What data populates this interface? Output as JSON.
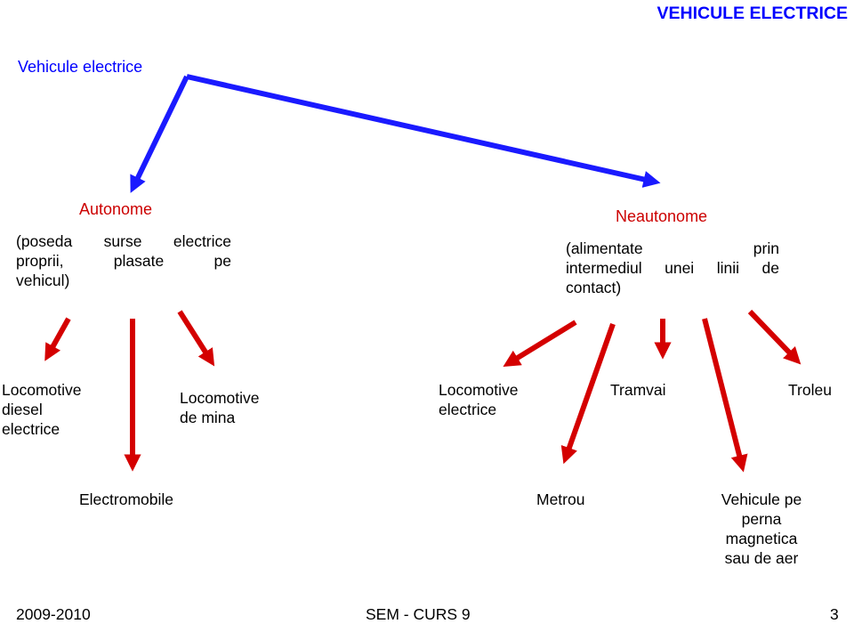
{
  "header": {
    "title": "VEHICULE ELECTRICE"
  },
  "root": {
    "label": "Vehicule electrice"
  },
  "autonome": {
    "title": "Autonome",
    "desc_lines": [
      "(poseda surse electrice",
      "proprii, plasate pe",
      "vehicul)"
    ]
  },
  "neautonome": {
    "title": "Neautonome",
    "desc_lines": [
      "(alimentate prin",
      "intermediul unei linii de",
      "contact)"
    ]
  },
  "autonome_children": {
    "locomotive_diesel": [
      "Locomotive",
      "diesel",
      "electrice"
    ],
    "locomotive_mina": [
      "Locomotive",
      "de mina"
    ],
    "electromobile": "Electromobile"
  },
  "neautonome_children": {
    "locomotive_electrice": [
      "Locomotive",
      "electrice"
    ],
    "tramvai": "Tramvai",
    "troleu": "Troleu",
    "metrou": "Metrou",
    "vehicule_perna": [
      "Vehicule pe",
      "perna",
      "magnetica",
      "sau de aer"
    ]
  },
  "footer": {
    "year": "2009-2010",
    "course": "SEM - CURS 9",
    "page": "3"
  },
  "colors": {
    "blue_arrow": "#1a1aff",
    "red_arrow": "#d40000",
    "title_blue": "#0000ff",
    "subtitle_red": "#cc0000"
  },
  "arrows": {
    "blue": [
      {
        "from": "root",
        "to": "autonome"
      },
      {
        "from": "root",
        "to": "neautonome"
      }
    ],
    "red": [
      {
        "from": "autonome",
        "to": "locomotive-diesel-electrice"
      },
      {
        "from": "autonome",
        "to": "electromobile"
      },
      {
        "from": "autonome",
        "to": "locomotive-de-mina"
      },
      {
        "from": "neautonome",
        "to": "locomotive-electrice"
      },
      {
        "from": "neautonome",
        "to": "metrou"
      },
      {
        "from": "neautonome",
        "to": "tramvai"
      },
      {
        "from": "neautonome",
        "to": "vehicule-pe-perna"
      },
      {
        "from": "neautonome",
        "to": "troleu"
      }
    ]
  }
}
